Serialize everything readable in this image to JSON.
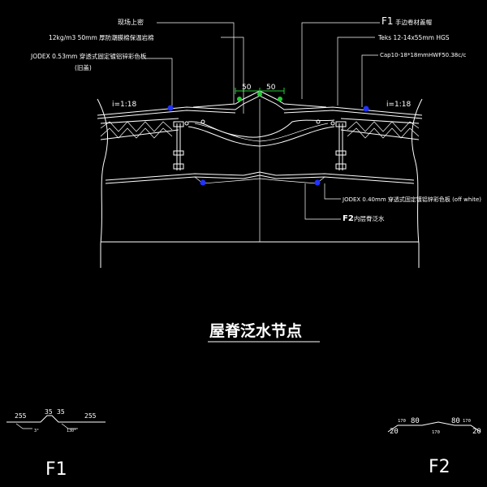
{
  "labels": {
    "site_sealant": "现场上密",
    "f1_label": "F1",
    "f1_desc": "手边卷材盖帽",
    "insulation": "12kg/m3  50mm 厚防潮膜棉保温岩棉",
    "outer_panel": "JODEX 0.53mm 穿透式固定镀铝锌彩色板",
    "outer_panel_note": "(旧盖)",
    "teks": "Teks 12-14x55mm HGS",
    "purlin": "Cap10-18*18mmHWF50.38c/c",
    "slope_left": "i=1:18",
    "slope_right": "i=1:18",
    "dim_50_left": "50",
    "dim_50_right": "50",
    "inner_panel": "JODEX 0.40mm 穿透式固定镀铝锌彩色板 (off white)",
    "f2_label": "F2",
    "f2_desc": "内层脊泛水"
  },
  "title": "屋脊泛水节点",
  "details": {
    "f1": {
      "name": "F1",
      "dims": [
        "255",
        "35",
        "35",
        "255"
      ],
      "angle_left": "3°",
      "angle_right": "130°"
    },
    "f2": {
      "name": "F2",
      "dims": [
        "170",
        "80",
        "80",
        "170",
        "20",
        "20",
        "170"
      ]
    }
  }
}
